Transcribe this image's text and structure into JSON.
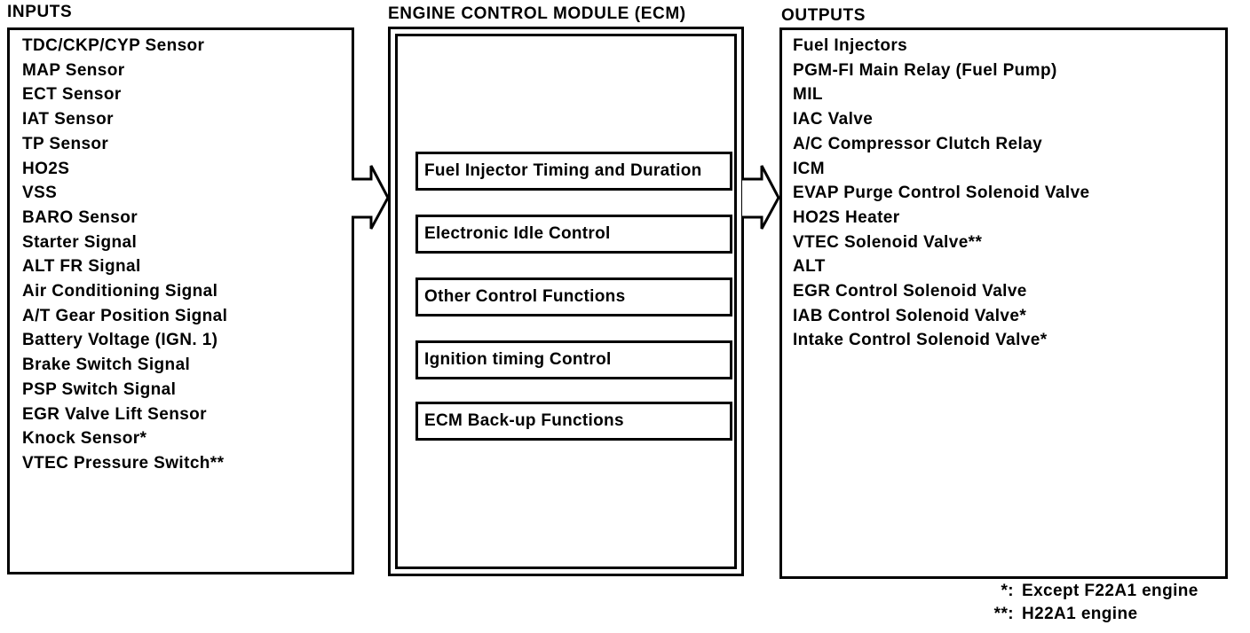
{
  "headings": {
    "inputs": "INPUTS",
    "ecm": "ENGINE CONTROL MODULE (ECM)",
    "outputs": "OUTPUTS"
  },
  "inputs": [
    "TDC/CKP/CYP Sensor",
    "MAP Sensor",
    "ECT Sensor",
    "IAT Sensor",
    "TP Sensor",
    "HO2S",
    "VSS",
    "BARO Sensor",
    "Starter Signal",
    "ALT FR Signal",
    "Air Conditioning Signal",
    "A/T Gear Position Signal",
    "Battery Voltage (IGN. 1)",
    "Brake Switch Signal",
    "PSP Switch Signal",
    "EGR Valve Lift Sensor",
    "Knock Sensor*",
    "VTEC Pressure Switch**"
  ],
  "ecm_functions": [
    "Fuel Injector Timing and Duration",
    "Electronic Idle Control",
    "Other Control Functions",
    "Ignition timing Control",
    "ECM Back-up Functions"
  ],
  "outputs": [
    "Fuel Injectors",
    "PGM-FI Main Relay (Fuel Pump)",
    "MIL",
    "IAC Valve",
    "A/C Compressor Clutch Relay",
    "ICM",
    "EVAP Purge Control Solenoid Valve",
    "HO2S Heater",
    "VTEC Solenoid Valve**",
    "ALT",
    "EGR Control Solenoid Valve",
    "IAB Control Solenoid Valve*",
    "Intake Control Solenoid Valve*"
  ],
  "footnotes": [
    {
      "prefix": "*:",
      "label": "Except F22A1 engine"
    },
    {
      "prefix": "**:",
      "label": "H22A1 engine"
    }
  ],
  "colors": {
    "ink": "#000000",
    "paper": "#ffffff"
  }
}
